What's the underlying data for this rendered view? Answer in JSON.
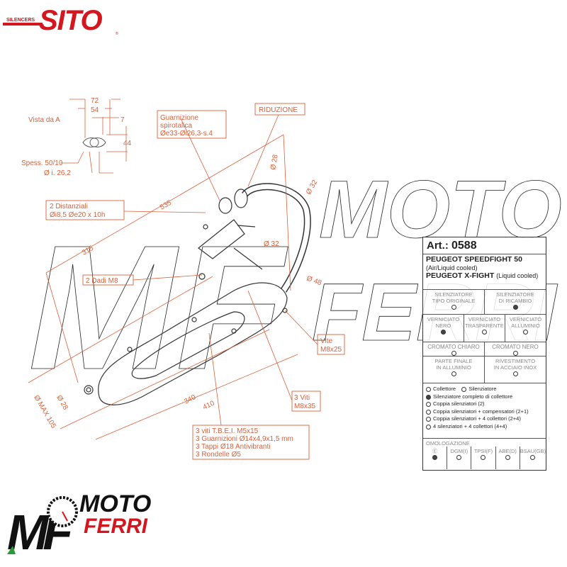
{
  "brand": {
    "sito": "SITO",
    "silencers": "SILENCERS",
    "registered": "®",
    "dealer_line1": "MOTO",
    "dealer_line2": "FERRI",
    "dealer_mono": "MF"
  },
  "watermark": {
    "line1": "MOTO",
    "line2": "FERRI",
    "mono": "MF"
  },
  "colors": {
    "brand_red": "#d4161e",
    "annotation": "#d9603a",
    "line": "#333333"
  },
  "diagram": {
    "view_a": {
      "title": "Vista da  A",
      "d72": "72",
      "d54": "54",
      "d7": "7",
      "d44": "44",
      "thickness": "Spess. 50/10",
      "inner_d": "Ø i. 26,2"
    },
    "gasket": [
      "Guarnizione",
      "spirotalica",
      "Øe33-Øi26,3-s.4"
    ],
    "reduction": "RIDUZIONE",
    "spacers": [
      "2 Distanziali",
      "Øi8,5  Øe20 x 10h"
    ],
    "nuts": "2 Dadi M8",
    "screw": [
      "Vite",
      "M8x25"
    ],
    "screws3": [
      "3 Viti",
      "M8x35"
    ],
    "kit": [
      "3 viti T.B.E.I. M5x15",
      "3 Guarnizioni Ø14x4,9x1,5 mm",
      "3 Tappi Ø18 Antivibranti",
      "3 Rondelle Ø5"
    ],
    "dims": {
      "d535": "535",
      "d315": "315",
      "d340": "340",
      "d410": "410",
      "d28a": "Ø 28",
      "d32a": "Ø 32",
      "d32b": "Ø 32",
      "d48": "Ø 48",
      "d28b": "Ø 28",
      "max105": "Ø MAX 105"
    }
  },
  "spec": {
    "art_label": "Art.:",
    "art_number": "0588",
    "model1": "PEUGEOT SPEEDFIGHT 50",
    "model1_sub": "(Air/Liquid cooled)",
    "model2": "PEUGEOT X-FIGHT",
    "model2_sub": "(Liquid cooled)",
    "type": [
      {
        "l1": "SILENZIATORE",
        "l2": "TIPO ORIGINALE",
        "on": false
      },
      {
        "l1": "SILENZIATORE",
        "l2": "DI RICAMBIO",
        "on": true
      }
    ],
    "finish": [
      {
        "l1": "VERNICIATO",
        "l2": "NERO",
        "on": true
      },
      {
        "l1": "VERNICIATO",
        "l2": "TRASPARENTE",
        "on": false
      },
      {
        "l1": "VERNICIATO",
        "l2": "ALLUMINIO",
        "on": false
      }
    ],
    "chrome": [
      {
        "l1": "CROMATO CHIARO",
        "on": false
      },
      {
        "l1": "CROMATO NERO",
        "on": false
      }
    ],
    "parts": [
      {
        "l1": "PARTE FINALE",
        "l2": "IN ALLUMINIO",
        "on": false
      },
      {
        "l1": "RIVESTIMENTO",
        "l2": "IN ACCIAIO INOX",
        "on": false
      }
    ],
    "collettore": "Collettore",
    "silenziatore": "Silenziatore",
    "options": [
      {
        "label": "Silenziatore completo di collettore",
        "on": true
      },
      {
        "label": "Coppia silenziatori (2)",
        "on": false
      },
      {
        "label": "Coppia silenziatori + compensatori (2+1)",
        "on": false
      },
      {
        "label": "Coppia silenziatori + 4 collettori (2+4)",
        "on": false
      },
      {
        "label": "4 silenziatori + 4 collettori (4+4)",
        "on": false
      }
    ],
    "homologation_title": "OMOLOGAZIONE",
    "homologation": [
      {
        "label": "Ⓔ",
        "on": true
      },
      {
        "label": "DGM(I)",
        "on": false
      },
      {
        "label": "TPSI(F)",
        "on": false
      },
      {
        "label": "ABE(D)",
        "on": false
      },
      {
        "label": "BSAU(GB)",
        "on": false
      }
    ]
  }
}
